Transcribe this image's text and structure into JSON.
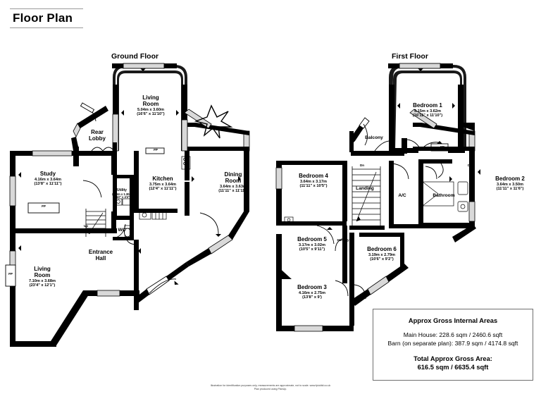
{
  "page": {
    "title": "Floor Plan"
  },
  "floors": [
    {
      "id": "ground",
      "caption": "Ground Floor"
    },
    {
      "id": "first",
      "caption": "First Floor"
    }
  ],
  "ground_floor": {
    "rooms": [
      {
        "name": "Living\nRoom",
        "name_l1": "Living",
        "name_l2": "Room",
        "metric": "5.04m x 3.60m",
        "imperial": "(16'6\" x 11'10\")"
      },
      {
        "name_l1": "Study",
        "name_l2": "",
        "metric": "4.16m x 3.64m",
        "imperial": "(13'8\" x 11'11\")"
      },
      {
        "name_l1": "Kitchen",
        "name_l2": "",
        "metric": "3.75m x 3.64m",
        "imperial": "(12'4\" x 11'11\")"
      },
      {
        "name_l1": "Dining",
        "name_l2": "Room",
        "metric": "3.64m x 3.63m",
        "imperial": "(11'11\" x 11'11\")"
      },
      {
        "name_l1": "Living",
        "name_l2": "Room",
        "metric": "7.10m x 3.68m",
        "imperial": "(23'4\" x 12'1\")"
      }
    ],
    "small_labels": [
      {
        "name": "Rear",
        "name2": "Lobby"
      },
      {
        "name": "Entrance",
        "name2": "Hall"
      },
      {
        "name": "Utility",
        "metric": "2.40m x 1.30m",
        "imperial": "(7'10\" x 4'4\")"
      },
      {
        "name": "WC"
      },
      {
        "name": "Up"
      }
    ],
    "fireplaces": [
      "FP",
      "FP",
      "FP"
    ],
    "compass": "north-point"
  },
  "first_floor": {
    "rooms": [
      {
        "name_l1": "Bedroom 1",
        "name_l2": "",
        "metric": "5.15m x 3.62m",
        "imperial": "(16'11\" x 11'10\")"
      },
      {
        "name_l1": "Bedroom 2",
        "name_l2": "",
        "metric": "3.64m x 3.50m",
        "imperial": "(11'11\" x 11'6\")"
      },
      {
        "name_l1": "Bedroom 3",
        "name_l2": "",
        "metric": "4.16m x 2.75m",
        "imperial": "(13'8\" x 9')"
      },
      {
        "name_l1": "Bedroom 4",
        "name_l2": "",
        "metric": "3.64m x 3.17m",
        "imperial": "(11'11\" x 10'5\")"
      },
      {
        "name_l1": "Bedroom 5",
        "name_l2": "",
        "metric": "3.17m x 3.02m",
        "imperial": "(10'5\" x 9'11\")"
      },
      {
        "name_l1": "Bedroom 6",
        "name_l2": "",
        "metric": "3.19m x 2.79m",
        "imperial": "(10'6\" x 9'2\")"
      }
    ],
    "small_labels": [
      {
        "name": "Balcony"
      },
      {
        "name": "Landing"
      },
      {
        "name": "Bathroom"
      },
      {
        "name": "A/C"
      },
      {
        "name": "Hallway"
      },
      {
        "name": "Dn"
      },
      {
        "name": "Dn"
      }
    ],
    "fireplaces": [
      "FP"
    ]
  },
  "areas": {
    "heading": "Approx Gross Internal Areas",
    "main_house": "Main House: 228.6 sqm / 2460.6 sqft",
    "barn": "Barn (on separate plan): 387.9 sqm / 4174.8 sqft",
    "total_label": "Total Approx Gross Area:",
    "total_value": "616.5 sqm / 6635.4 sqft"
  },
  "footer": {
    "line1": "Illustration for identification purposes only, measurements are approximate, not to scale. www.fpiukltd.co.uk",
    "line2": "Plan produced using PlanUp."
  },
  "colors": {
    "wall": "#000000",
    "thin_wall": "#1a1a1a",
    "window_fill": "#d9d9d9",
    "paper": "#ffffff",
    "box_border": "#6f6f6f"
  }
}
